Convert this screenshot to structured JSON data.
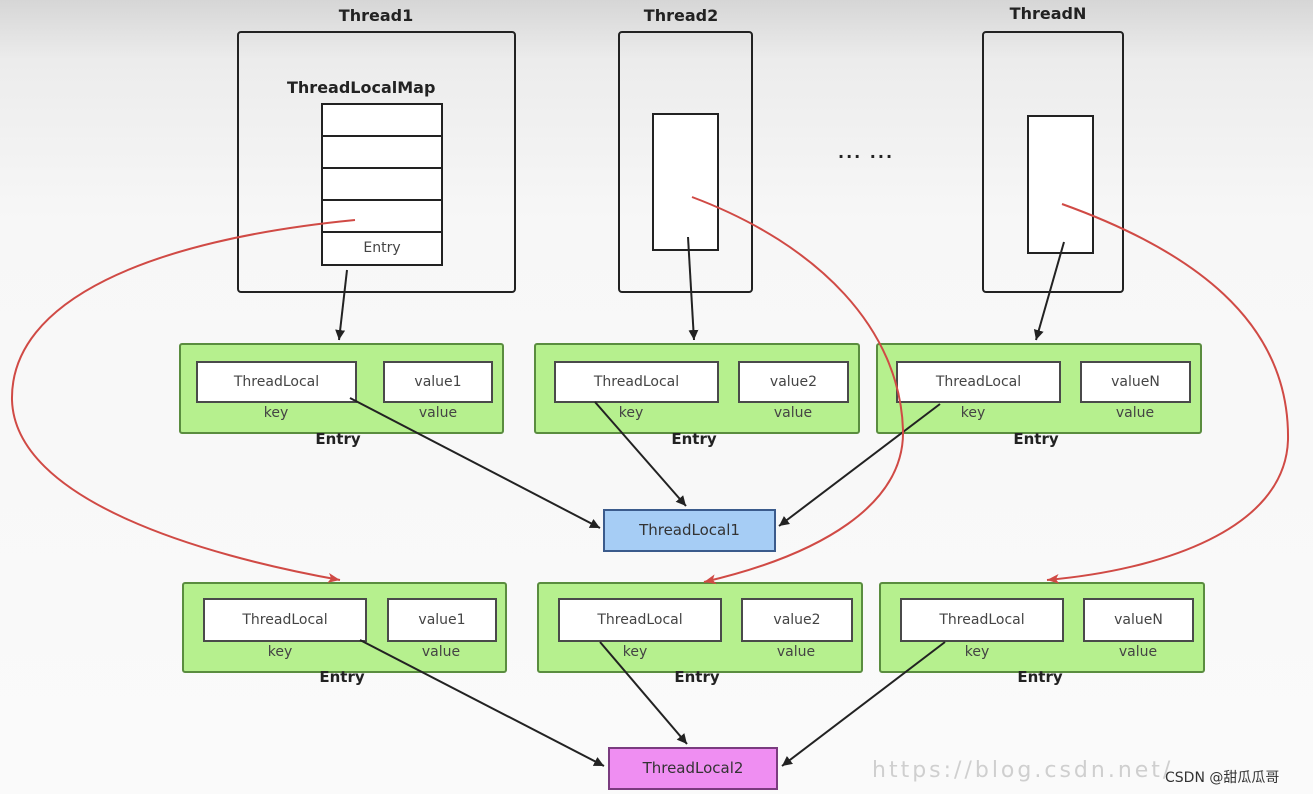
{
  "threads": [
    {
      "title": "Thread1"
    },
    {
      "title": "Thread2"
    },
    {
      "title": "ThreadN"
    }
  ],
  "map": {
    "title": "ThreadLocalMap",
    "entry_label": "Entry"
  },
  "ellipsis": "... ...",
  "entries_row1": [
    {
      "key": "ThreadLocal",
      "value": "value1",
      "key_label": "key",
      "value_label": "value",
      "title": "Entry"
    },
    {
      "key": "ThreadLocal",
      "value": "value2",
      "key_label": "key",
      "value_label": "value",
      "title": "Entry"
    },
    {
      "key": "ThreadLocal",
      "value": "valueN",
      "key_label": "key",
      "value_label": "value",
      "title": "Entry"
    }
  ],
  "entries_row2": [
    {
      "key": "ThreadLocal",
      "value": "value1",
      "key_label": "key",
      "value_label": "value",
      "title": "Entry"
    },
    {
      "key": "ThreadLocal",
      "value": "value2",
      "key_label": "key",
      "value_label": "value",
      "title": "Entry"
    },
    {
      "key": "ThreadLocal",
      "value": "valueN",
      "key_label": "key",
      "value_label": "value",
      "title": "Entry"
    }
  ],
  "threadlocal1": "ThreadLocal1",
  "threadlocal2": "ThreadLocal2",
  "watermark": "https://blog.csdn.net/",
  "credit": "CSDN @甜瓜瓜哥",
  "colors": {
    "entry_fill": "#b6f08e",
    "threadlocal1_fill": "#a6cdf5",
    "threadlocal2_fill": "#ef8ef2",
    "curve": "#d04a45"
  }
}
